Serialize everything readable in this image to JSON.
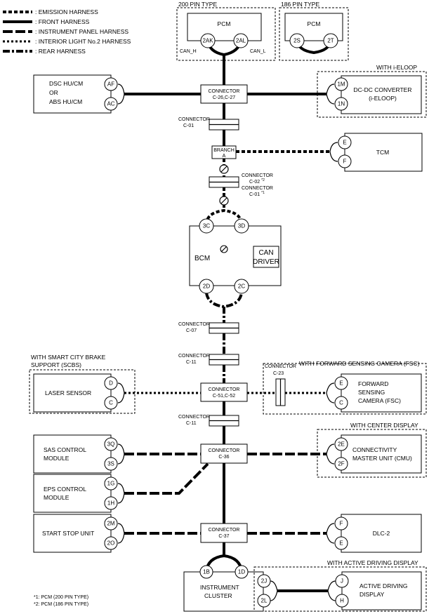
{
  "legend": [
    {
      "label": ": EMISSION HARNESS",
      "style": "emis"
    },
    {
      "label": ": FRONT HARNESS",
      "style": "front"
    },
    {
      "label": ": INSTRUMENT PANEL HARNESS",
      "style": "ip"
    },
    {
      "label": ": INTERIOR LIGHT No.2 HARNESS",
      "style": "il"
    },
    {
      "label": ": REAR HARNESS",
      "style": "rear"
    }
  ],
  "pcm200": {
    "group_label": "200 PIN TYPE",
    "name": "PCM",
    "pin_left": "2AK",
    "pin_right": "2AL",
    "can_h": "CAN_H",
    "can_l": "CAN_L"
  },
  "pcm186": {
    "group_label": "186 PIN TYPE",
    "name": "PCM",
    "pin_left": "2S",
    "pin_right": "2T"
  },
  "dsc": {
    "line1": "DSC HU/CM",
    "line2": "OR",
    "line3": "ABS HU/CM",
    "pin_top": "AF",
    "pin_bottom": "AC"
  },
  "dcdc": {
    "group_label": "WITH i-ELOOP",
    "line1": "DC-DC CONVERTER",
    "line2": "(i-ELOOP)",
    "pin_top": "1M",
    "pin_bottom": "1N"
  },
  "conn_c26": {
    "line1": "CONNECTOR",
    "line2": "C-26,C-27"
  },
  "conn_c01": {
    "line1": "CONNECTOR",
    "line2": "C-01"
  },
  "branch": {
    "line1": "BRANCH",
    "line2": "A"
  },
  "tcm": {
    "name": "TCM",
    "pin_top": "E",
    "pin_bottom": "F"
  },
  "conn_c02": {
    "line1": "CONNECTOR",
    "line2": "C-02",
    "sup1": "*2",
    "line3": "CONNECTOR",
    "line4": "C-01",
    "sup2": "*1"
  },
  "bcm": {
    "name": "BCM",
    "pin_tl": "3C",
    "pin_tr": "3D",
    "pin_bl": "2D",
    "pin_br": "2C",
    "driver1": "CAN",
    "driver2": "DRIVER"
  },
  "conn_c07": {
    "line1": "CONNECTOR",
    "line2": "C-07"
  },
  "conn_c11a": {
    "line1": "CONNECTOR",
    "line2": "C-11"
  },
  "scbs": {
    "group_line1": "WITH SMART CITY BRAKE",
    "group_line2": "SUPPORT (SCBS)",
    "name": "LASER SENSOR",
    "pin_top": "D",
    "pin_bottom": "C"
  },
  "conn_c51": {
    "line1": "CONNECTOR",
    "line2": "C-51,C-52"
  },
  "conn_c23": {
    "line1": "CONNECTOR",
    "line2": "C-23"
  },
  "fsc": {
    "group_label": "WITH FORWARD SENSING CAMERA (FSC)",
    "line1": "FORWARD",
    "line2": "SENSING",
    "line3": "CAMERA (FSC)",
    "pin_top": "E",
    "pin_bottom": "C"
  },
  "conn_c11b": {
    "line1": "CONNECTOR",
    "line2": "C-11"
  },
  "sas": {
    "line1": "SAS CONTROL",
    "line2": "MODULE",
    "pin_top": "3Q",
    "pin_bottom": "3S"
  },
  "conn_c36": {
    "line1": "CONNECTOR",
    "line2": "C-36"
  },
  "cmu": {
    "group_label": "WITH CENTER DISPLAY",
    "line1": "CONNECTIVITY",
    "line2": "MASTER UNIT (CMU)",
    "pin_top": "2E",
    "pin_bottom": "2F"
  },
  "eps": {
    "line1": "EPS CONTROL",
    "line2": "MODULE",
    "pin_top": "1G",
    "pin_bottom": "1H"
  },
  "ssu": {
    "name": "START STOP UNIT",
    "pin_top": "2M",
    "pin_bottom": "2O"
  },
  "conn_c37": {
    "line1": "CONNECTOR",
    "line2": "C-37"
  },
  "dlc": {
    "name": "DLC-2",
    "pin_top": "F",
    "pin_bottom": "E"
  },
  "cluster": {
    "line1": "INSTRUMENT",
    "line2": "CLUSTER",
    "pin_left": "1B",
    "pin_right": "1D",
    "pin_top": "2J",
    "pin_bottom": "2L"
  },
  "add": {
    "group_label": "WITH ACTIVE DRIVING DISPLAY",
    "line1": "ACTIVE DRIVING",
    "line2": "DISPLAY",
    "pin_top": "J",
    "pin_bottom": "H"
  },
  "notes": [
    "*1: PCM (200 PIN TYPE)",
    "*2: PCM (186 PIN TYPE)"
  ]
}
